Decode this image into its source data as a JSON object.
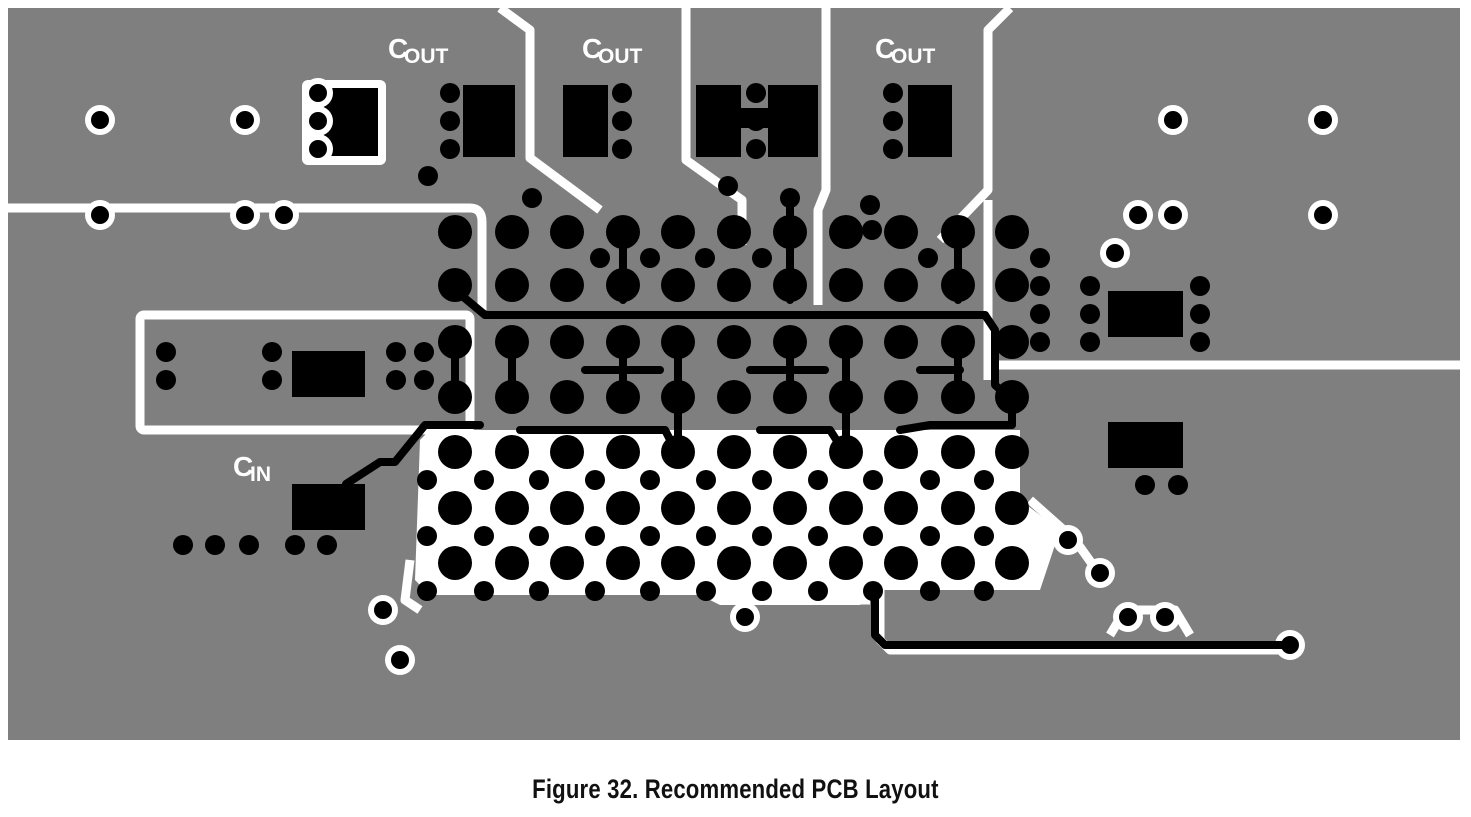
{
  "figure": {
    "caption": "Figure 32. Recommended PCB Layout"
  },
  "labels": {
    "cout": {
      "main": "C",
      "sub": "OUT"
    },
    "cin": {
      "main": "C",
      "sub": "IN"
    }
  },
  "colors": {
    "copper": "#808080",
    "pads": "#000000",
    "clearance": "#ffffff",
    "background": "#ffffff"
  }
}
